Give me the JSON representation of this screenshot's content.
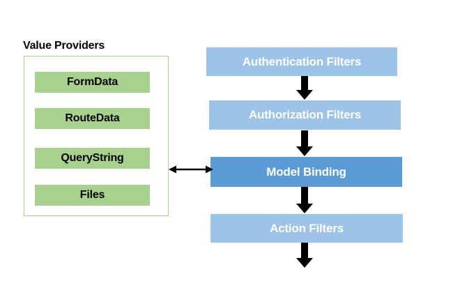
{
  "value_providers": {
    "title": "Value Providers",
    "items": [
      "FormData",
      "RouteData",
      "QueryString",
      "Files"
    ]
  },
  "pipeline": {
    "steps": [
      {
        "label": "Authentication Filters",
        "variant": "light"
      },
      {
        "label": "Authorization Filters",
        "variant": "light"
      },
      {
        "label": "Model Binding",
        "variant": "dark"
      },
      {
        "label": "Action Filters",
        "variant": "light"
      }
    ]
  },
  "connections": {
    "value_providers_to_model_binding": "bidirectional",
    "pipeline_flow": "top-to-bottom"
  },
  "icons": {
    "down_arrow_glyph": "⬇",
    "left_right_arrow_glyph": "↔"
  },
  "colors": {
    "light_blue": "#9DC3E6",
    "dark_blue": "#5B9BD5",
    "green": "#A9D18E",
    "arrow_black": "#000000",
    "text_on_blue": "#FFFFFF",
    "text_on_green": "#000000",
    "background": "#FFFFFF"
  }
}
